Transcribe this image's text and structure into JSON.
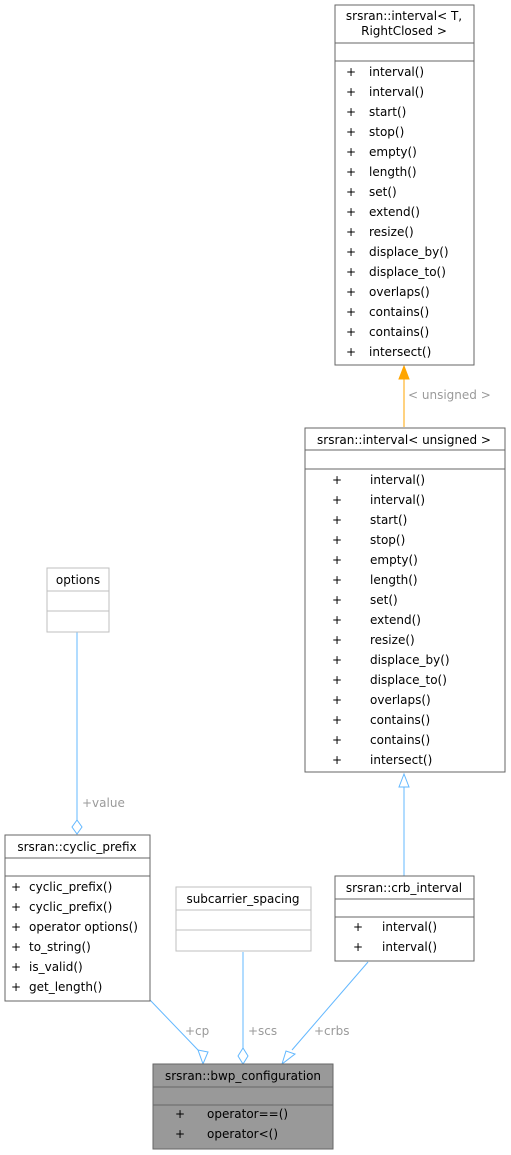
{
  "classes": {
    "interval_template": {
      "title_line1": "srsran::interval< T,",
      "title_line2": "RightClosed >",
      "methods": [
        {
          "vis": "+",
          "name": "interval()"
        },
        {
          "vis": "+",
          "name": "interval()"
        },
        {
          "vis": "+",
          "name": "start()"
        },
        {
          "vis": "+",
          "name": "stop()"
        },
        {
          "vis": "+",
          "name": "empty()"
        },
        {
          "vis": "+",
          "name": "length()"
        },
        {
          "vis": "+",
          "name": "set()"
        },
        {
          "vis": "+",
          "name": "extend()"
        },
        {
          "vis": "+",
          "name": "resize()"
        },
        {
          "vis": "+",
          "name": "displace_by()"
        },
        {
          "vis": "+",
          "name": "displace_to()"
        },
        {
          "vis": "+",
          "name": "overlaps()"
        },
        {
          "vis": "+",
          "name": "contains()"
        },
        {
          "vis": "+",
          "name": "contains()"
        },
        {
          "vis": "+",
          "name": "intersect()"
        }
      ]
    },
    "interval_unsigned": {
      "title": "srsran::interval< unsigned >",
      "methods": [
        {
          "vis": "+",
          "name": "interval()"
        },
        {
          "vis": "+",
          "name": "interval()"
        },
        {
          "vis": "+",
          "name": "start()"
        },
        {
          "vis": "+",
          "name": "stop()"
        },
        {
          "vis": "+",
          "name": "empty()"
        },
        {
          "vis": "+",
          "name": "length()"
        },
        {
          "vis": "+",
          "name": "set()"
        },
        {
          "vis": "+",
          "name": "extend()"
        },
        {
          "vis": "+",
          "name": "resize()"
        },
        {
          "vis": "+",
          "name": "displace_by()"
        },
        {
          "vis": "+",
          "name": "displace_to()"
        },
        {
          "vis": "+",
          "name": "overlaps()"
        },
        {
          "vis": "+",
          "name": "contains()"
        },
        {
          "vis": "+",
          "name": "contains()"
        },
        {
          "vis": "+",
          "name": "intersect()"
        }
      ]
    },
    "options": {
      "title": "options"
    },
    "cyclic_prefix": {
      "title": "srsran::cyclic_prefix",
      "methods": [
        {
          "vis": "+",
          "name": "cyclic_prefix()"
        },
        {
          "vis": "+",
          "name": "cyclic_prefix()"
        },
        {
          "vis": "+",
          "name": "operator options()"
        },
        {
          "vis": "+",
          "name": "to_string()"
        },
        {
          "vis": "+",
          "name": "is_valid()"
        },
        {
          "vis": "+",
          "name": "get_length()"
        }
      ]
    },
    "subcarrier_spacing": {
      "title": "subcarrier_spacing"
    },
    "crb_interval": {
      "title": "srsran::crb_interval",
      "methods": [
        {
          "vis": "+",
          "name": "interval()"
        },
        {
          "vis": "+",
          "name": "interval()"
        }
      ]
    },
    "bwp_configuration": {
      "title": "srsran::bwp_configuration",
      "methods": [
        {
          "vis": "+",
          "name": "operator==()"
        },
        {
          "vis": "+",
          "name": "operator<()"
        }
      ]
    }
  },
  "edge_labels": {
    "template_arg": "< unsigned >",
    "value": "+value",
    "cp": "+cp",
    "scs": "+scs",
    "crbs": "+crbs"
  },
  "colors": {
    "edge_blue": "#63b8ff",
    "edge_orange": "#ffa500",
    "box_border": "#666666",
    "box_border_light": "#bfbfbf",
    "focus_fill": "#999999"
  }
}
